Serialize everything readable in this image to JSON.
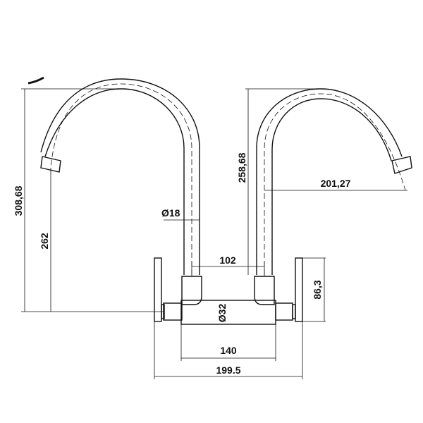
{
  "dimensions": {
    "total_height": "308,68",
    "spout_height": "262",
    "pipe_diameter": "Ø18",
    "right_height": "258,68",
    "reach": "201,27",
    "spacing": "102",
    "body_diameter": "Ø32",
    "flange_height": "86,3",
    "body_length": "140",
    "overall_width": "199.5"
  }
}
